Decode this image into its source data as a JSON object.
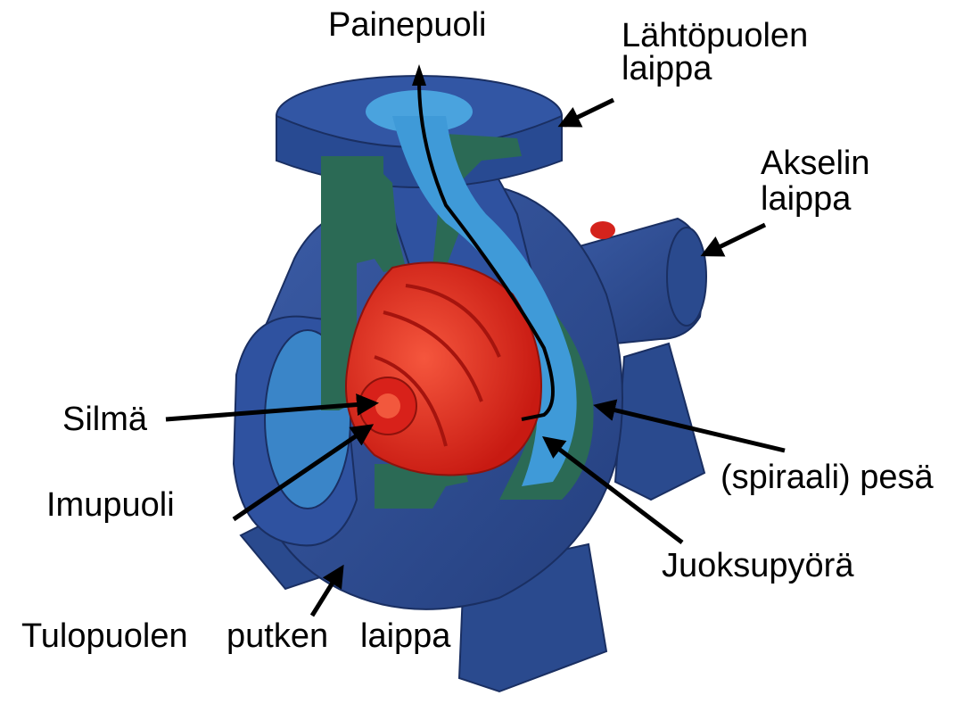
{
  "labels": {
    "painepuoli": "Painepuoli",
    "lahtopuolen_line1": "Lähtöpuolen",
    "lahtopuolen_line2": "laippa",
    "akselin_line1": "Akselin",
    "akselin_line2": "laippa",
    "silma": "Silmä",
    "imupuoli": "Imupuoli",
    "pesa": "(spiraali) pesä",
    "juoksupyora": "Juoksupyörä",
    "tulopuolen": "Tulopuolen",
    "putken": "putken",
    "laippa": "laippa"
  },
  "colors": {
    "casing": "#2f4f96",
    "casing_dark": "#1f3670",
    "cut_section": "#2b6a55",
    "fluid": "#3f9ad8",
    "impeller": "#e3241b",
    "impeller_light": "#f25a3f",
    "arrow": "#000000"
  }
}
